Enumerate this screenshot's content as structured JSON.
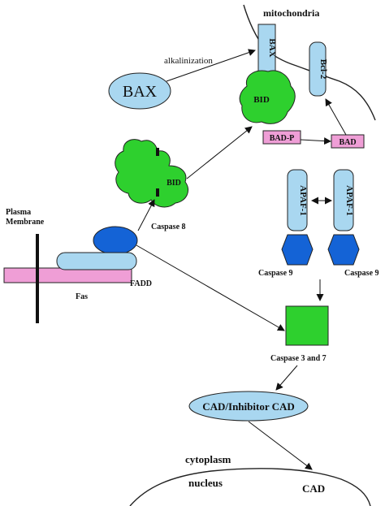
{
  "labels": {
    "mitochondria": "mitochondria",
    "alkalinization": "alkalinization",
    "bax_cytosol": "BAX",
    "bax_membrane": "BAX",
    "bcl2": "Bcl-2",
    "bid_mito": "BID",
    "bid_cleaved": "BID",
    "bad_p": "BAD-P",
    "bad": "BAD",
    "apaf1_left": "APAF-1",
    "apaf1_right": "APAF-1",
    "plasma_membrane_line1": "Plasma",
    "plasma_membrane_line2": "Membrane",
    "caspase8": "Caspase 8",
    "fadd": "FADD",
    "fas": "Fas",
    "caspase9_left": "Caspase 9",
    "caspase9_right": "Caspase 9",
    "caspase3_7": "Caspase 3 and 7",
    "cad_inhibitor": "CAD/Inhibitor CAD",
    "cytoplasm": "cytoplasm",
    "nucleus": "nucleus",
    "cad": "CAD"
  },
  "colors": {
    "light_blue": "#a9d7f0",
    "blue": "#1463d6",
    "green": "#2ed02e",
    "pink": "#ef9ed6",
    "line": "#111111"
  }
}
